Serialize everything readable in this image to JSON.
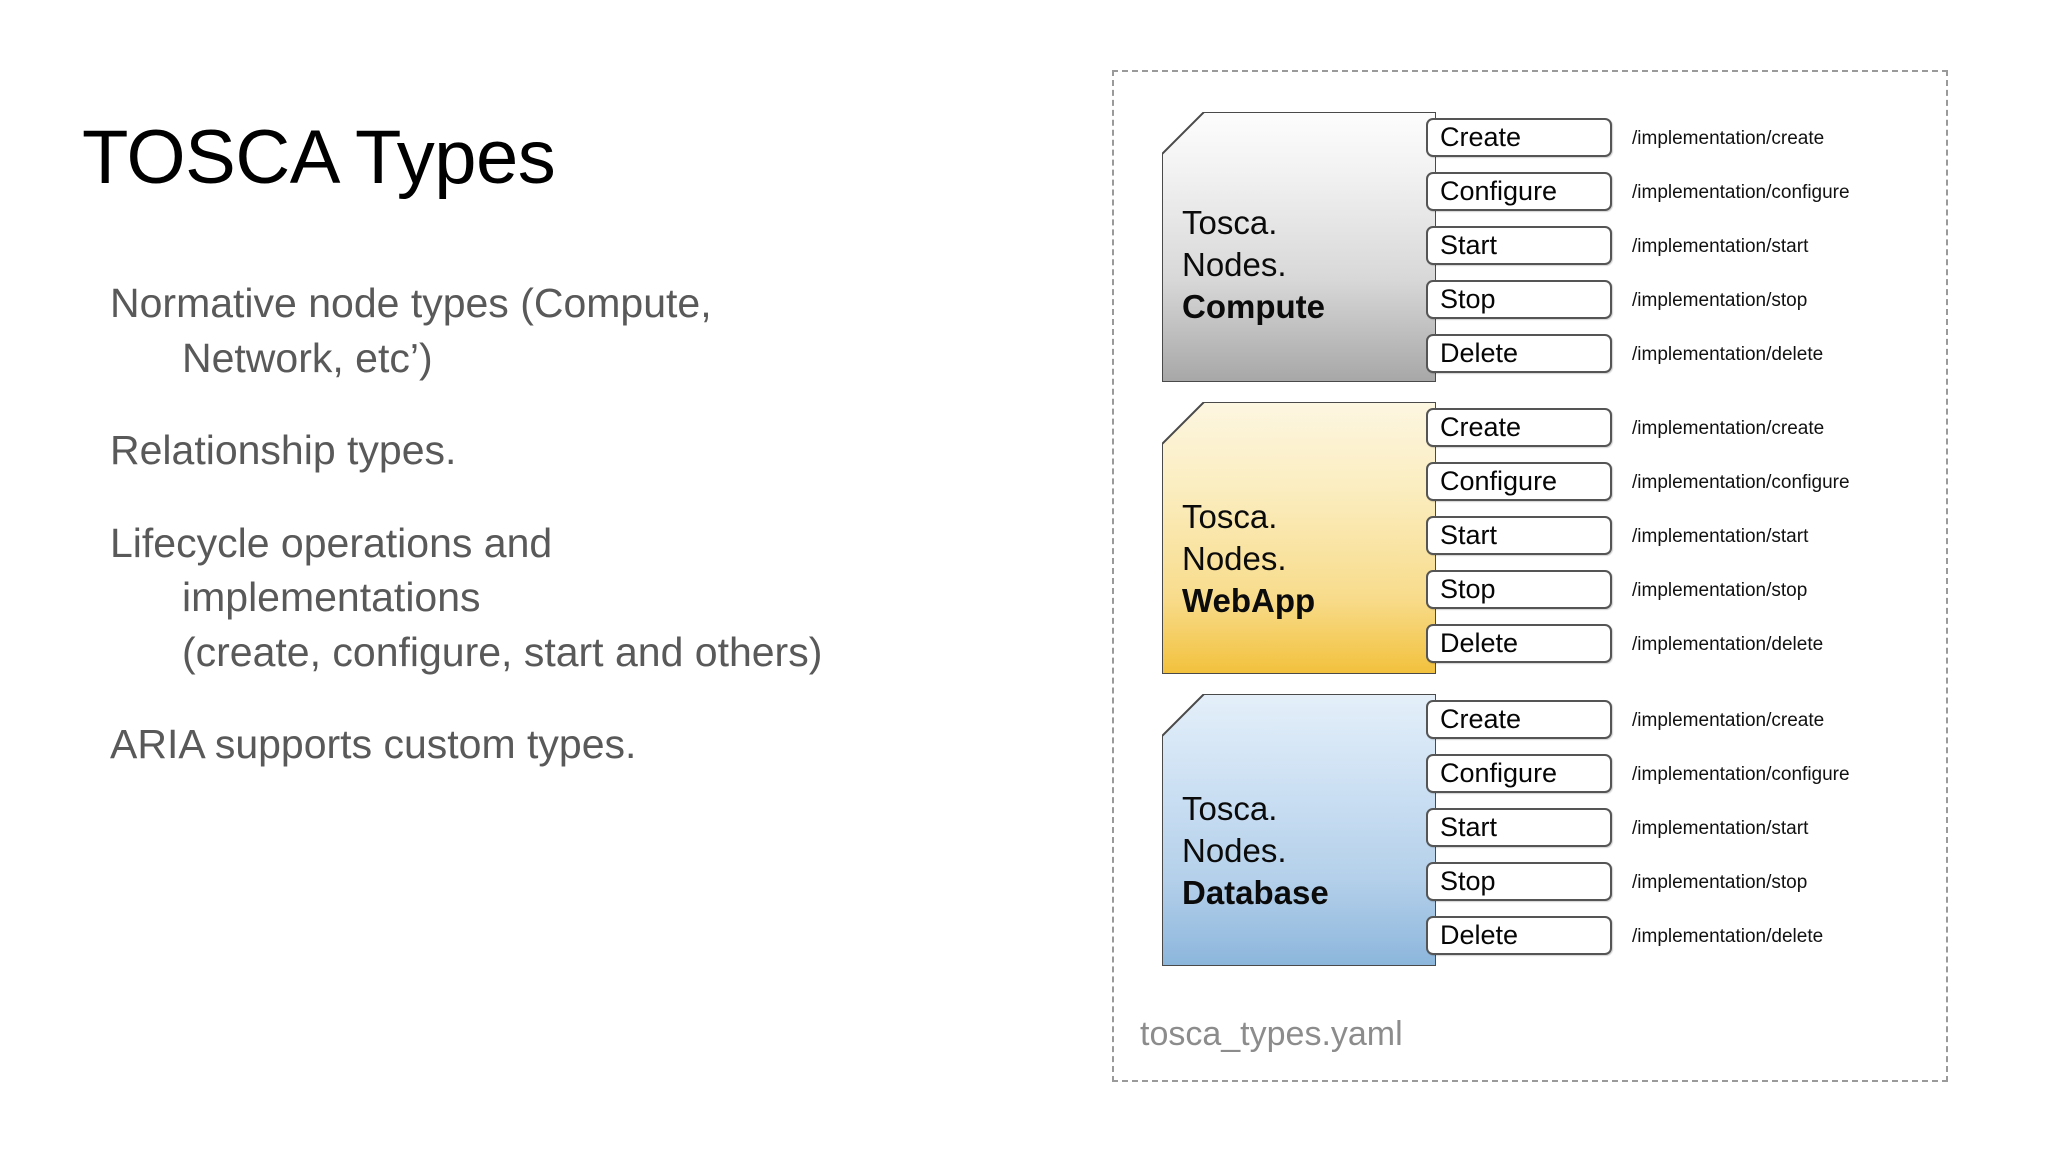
{
  "slide": {
    "title": "TOSCA Types",
    "bullets": [
      {
        "lines": [
          "Normative node types (Compute,",
          "Network, etc’)"
        ]
      },
      {
        "lines": [
          "Relationship types."
        ]
      },
      {
        "lines": [
          "Lifecycle operations and",
          "implementations",
          "(create, configure, start and others)"
        ]
      },
      {
        "lines": [
          "ARIA supports custom types."
        ]
      }
    ]
  },
  "diagram": {
    "filename": "tosca_types.yaml",
    "frame_border_color": "#9a9a9a",
    "nodes": [
      {
        "type_prefix_line1": "Tosca.",
        "type_prefix_line2": "Nodes.",
        "type_name": "Compute",
        "fill_top": "#fdfdfd",
        "fill_bottom": "#a7a7a7",
        "operations": [
          {
            "label": "Create",
            "implementation": "/implementation/create"
          },
          {
            "label": "Configure",
            "implementation": "/implementation/configure"
          },
          {
            "label": "Start",
            "implementation": "/implementation/start"
          },
          {
            "label": "Stop",
            "implementation": "/implementation/stop"
          },
          {
            "label": "Delete",
            "implementation": "/implementation/delete"
          }
        ]
      },
      {
        "type_prefix_line1": "Tosca.",
        "type_prefix_line2": "Nodes.",
        "type_name": "WebApp",
        "fill_top": "#fdf6e1",
        "fill_bottom": "#f2c13c",
        "operations": [
          {
            "label": "Create",
            "implementation": "/implementation/create"
          },
          {
            "label": "Configure",
            "implementation": "/implementation/configure"
          },
          {
            "label": "Start",
            "implementation": "/implementation/start"
          },
          {
            "label": "Stop",
            "implementation": "/implementation/stop"
          },
          {
            "label": "Delete",
            "implementation": "/implementation/delete"
          }
        ]
      },
      {
        "type_prefix_line1": "Tosca.",
        "type_prefix_line2": "Nodes.",
        "type_name": "Database",
        "fill_top": "#e4eff9",
        "fill_bottom": "#8cb6dc",
        "operations": [
          {
            "label": "Create",
            "implementation": "/implementation/create"
          },
          {
            "label": "Configure",
            "implementation": "/implementation/configure"
          },
          {
            "label": "Start",
            "implementation": "/implementation/start"
          },
          {
            "label": "Stop",
            "implementation": "/implementation/stop"
          },
          {
            "label": "Delete",
            "implementation": "/implementation/delete"
          }
        ]
      }
    ]
  }
}
